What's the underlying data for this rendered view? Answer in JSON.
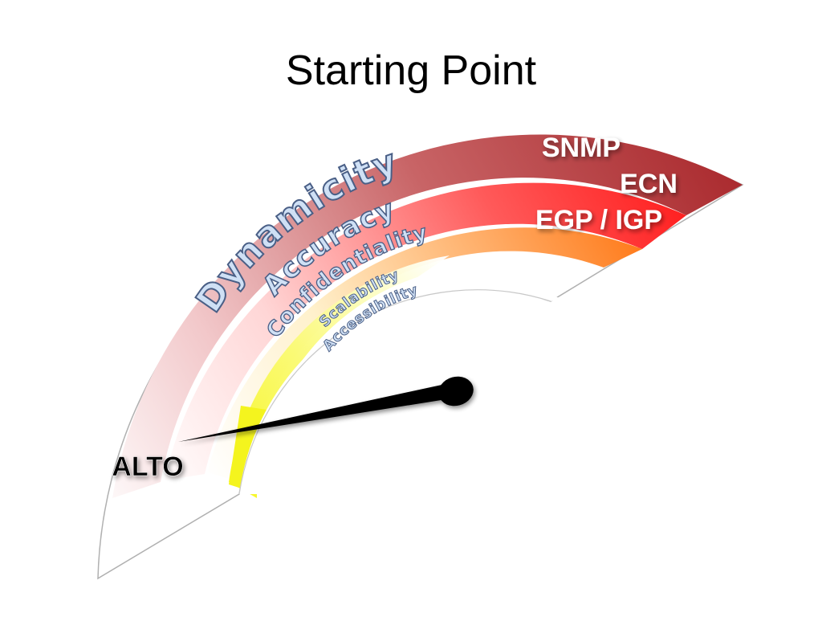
{
  "slide": {
    "title": "Starting Point"
  },
  "gauge": {
    "needle_label": "ALTO",
    "band_labels": {
      "outer": "SNMP",
      "middle": "ECN",
      "inner": "EGP / IGP"
    },
    "properties": [
      "Dynamicity",
      "Accuracy",
      "Confidentiality",
      "Scalability",
      "Accessibility"
    ],
    "colors": {
      "outer_band": "#a8262a",
      "middle_band": "#ff2a2a",
      "inner_band": "#ff7a1a",
      "core_band": "#f3f21a",
      "needle": "#000000",
      "label_fill": "#ffffff",
      "property_fill": "#cfe0f5",
      "property_stroke": "#4a5f86"
    }
  }
}
